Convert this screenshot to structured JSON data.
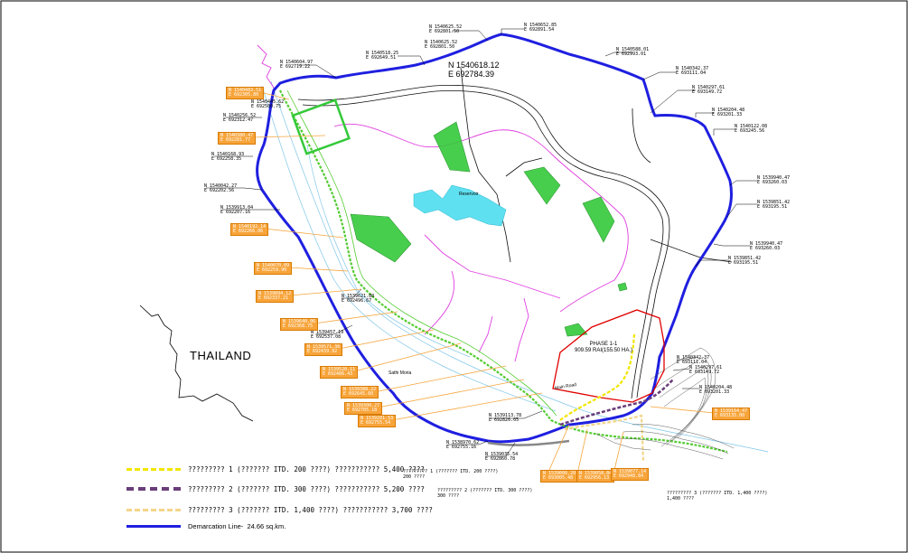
{
  "map": {
    "country_label": "THAILAND",
    "place_labels": {
      "reservoir": "Reservoir",
      "sathi_moria": "Sathi Moria",
      "main_road": "Main Road"
    },
    "anchor_coordinate": {
      "north": "N 1540618.12",
      "east": "E 692784.39"
    },
    "phase_label": {
      "line1": "PHASE 1-1",
      "line2": "909.59 RAI(155.50 HA.)"
    },
    "colors": {
      "demarcation": "#1f1fe0",
      "pipeline1": "#f2e600",
      "pipeline2": "#6a3d7a",
      "pipeline3": "#f4d68a",
      "creek": "#e040e0",
      "green_zone": "#55cc33",
      "reservoir": "#5fe0f0",
      "callout_orange": "#f5a53c",
      "phase_red": "#e00000"
    }
  },
  "boundary_labels": {
    "top_1": "N 1540604.97\nE 692719.22",
    "top_2": "N 1540518.25\nE 692649.51",
    "top_3": "N 1540625.52\nE 692801.50",
    "top_4": "N 1540652.85\nE 692891.54",
    "top_5": "N 1540588.01\nE 692993.01",
    "right_1": "N 1540342.37\nE 693111.04",
    "right_2": "N 1540297.61\nE 693149.72",
    "right_3": "N 1540204.48\nE 693201.33",
    "right_4": "N 1540122.08\nE 693245.56",
    "right_5": "N 1539940.47\nE 693260.03",
    "right_6": "N 1539851.42\nE 693195.51",
    "left_1": "N 1540445.62\nE 692500.75",
    "left_2": "N 1540256.52\nE 692312.47",
    "left_3": "N 1540168.93\nE 692258.35",
    "left_4": "N 1540042.27\nE 692202.56",
    "left_5": "N 1539913.04\nE 692207.16",
    "mid_1": "N 1539621.80\nE 692496.67",
    "mid_2": "N 1539457.19\nE 692537.08",
    "bottom_1": "N 1539113.78\nE 692826.05",
    "bottom_2": "N 1538970.62\nE 692755.16",
    "bottom_3": "N 1539035.54\nE 692860.78"
  },
  "callouts": [
    "N 1540483.51\nE 692305.80",
    "N 1540380.47\nE 692281.77",
    "N 1540192.14\nE 692266.06",
    "N 1540070.09\nE 692259.90",
    "N 1539894.12\nE 692337.21",
    "N 1539640.06\nE 692368.75",
    "N 1539571.38\nE 692439.92",
    "N 1539520.11\nE 692486.43",
    "N 1539388.22\nE 692645.60",
    "N 1539300.27\nE 692705.18",
    "N 1539201.53\nE 692755.54",
    "N 1539006.20\nE 693005.48",
    "N 1539058.84\nE 692956.13",
    "N 1539077.14\nE 692948.84",
    "N 1539164.47\nE 693135.00"
  ],
  "pipeline_labels": {
    "p1": "????????? 1 (??????? ITD. 200 ????)\n200 ????",
    "p2": "????????? 2 (??????? ITD. 300 ????)\n300 ????",
    "p3": "????????? 3 (??????? ITD. 1,400 ????)\n1,400 ????"
  },
  "legend": [
    {
      "id": "pipeline1",
      "text": "????????? 1 (??????? ITD. 200 ????) ??????????? 5,400 ????"
    },
    {
      "id": "pipeline2",
      "text": "????????? 2 (??????? ITD. 300 ????) ??????????? 5,200 ????"
    },
    {
      "id": "pipeline3",
      "text": "????????? 3 (??????? ITD. 1,400 ????) ??????????? 3,700 ????"
    },
    {
      "id": "demarcation",
      "text": "Demarcation Line-  24.66 sq.km."
    }
  ]
}
